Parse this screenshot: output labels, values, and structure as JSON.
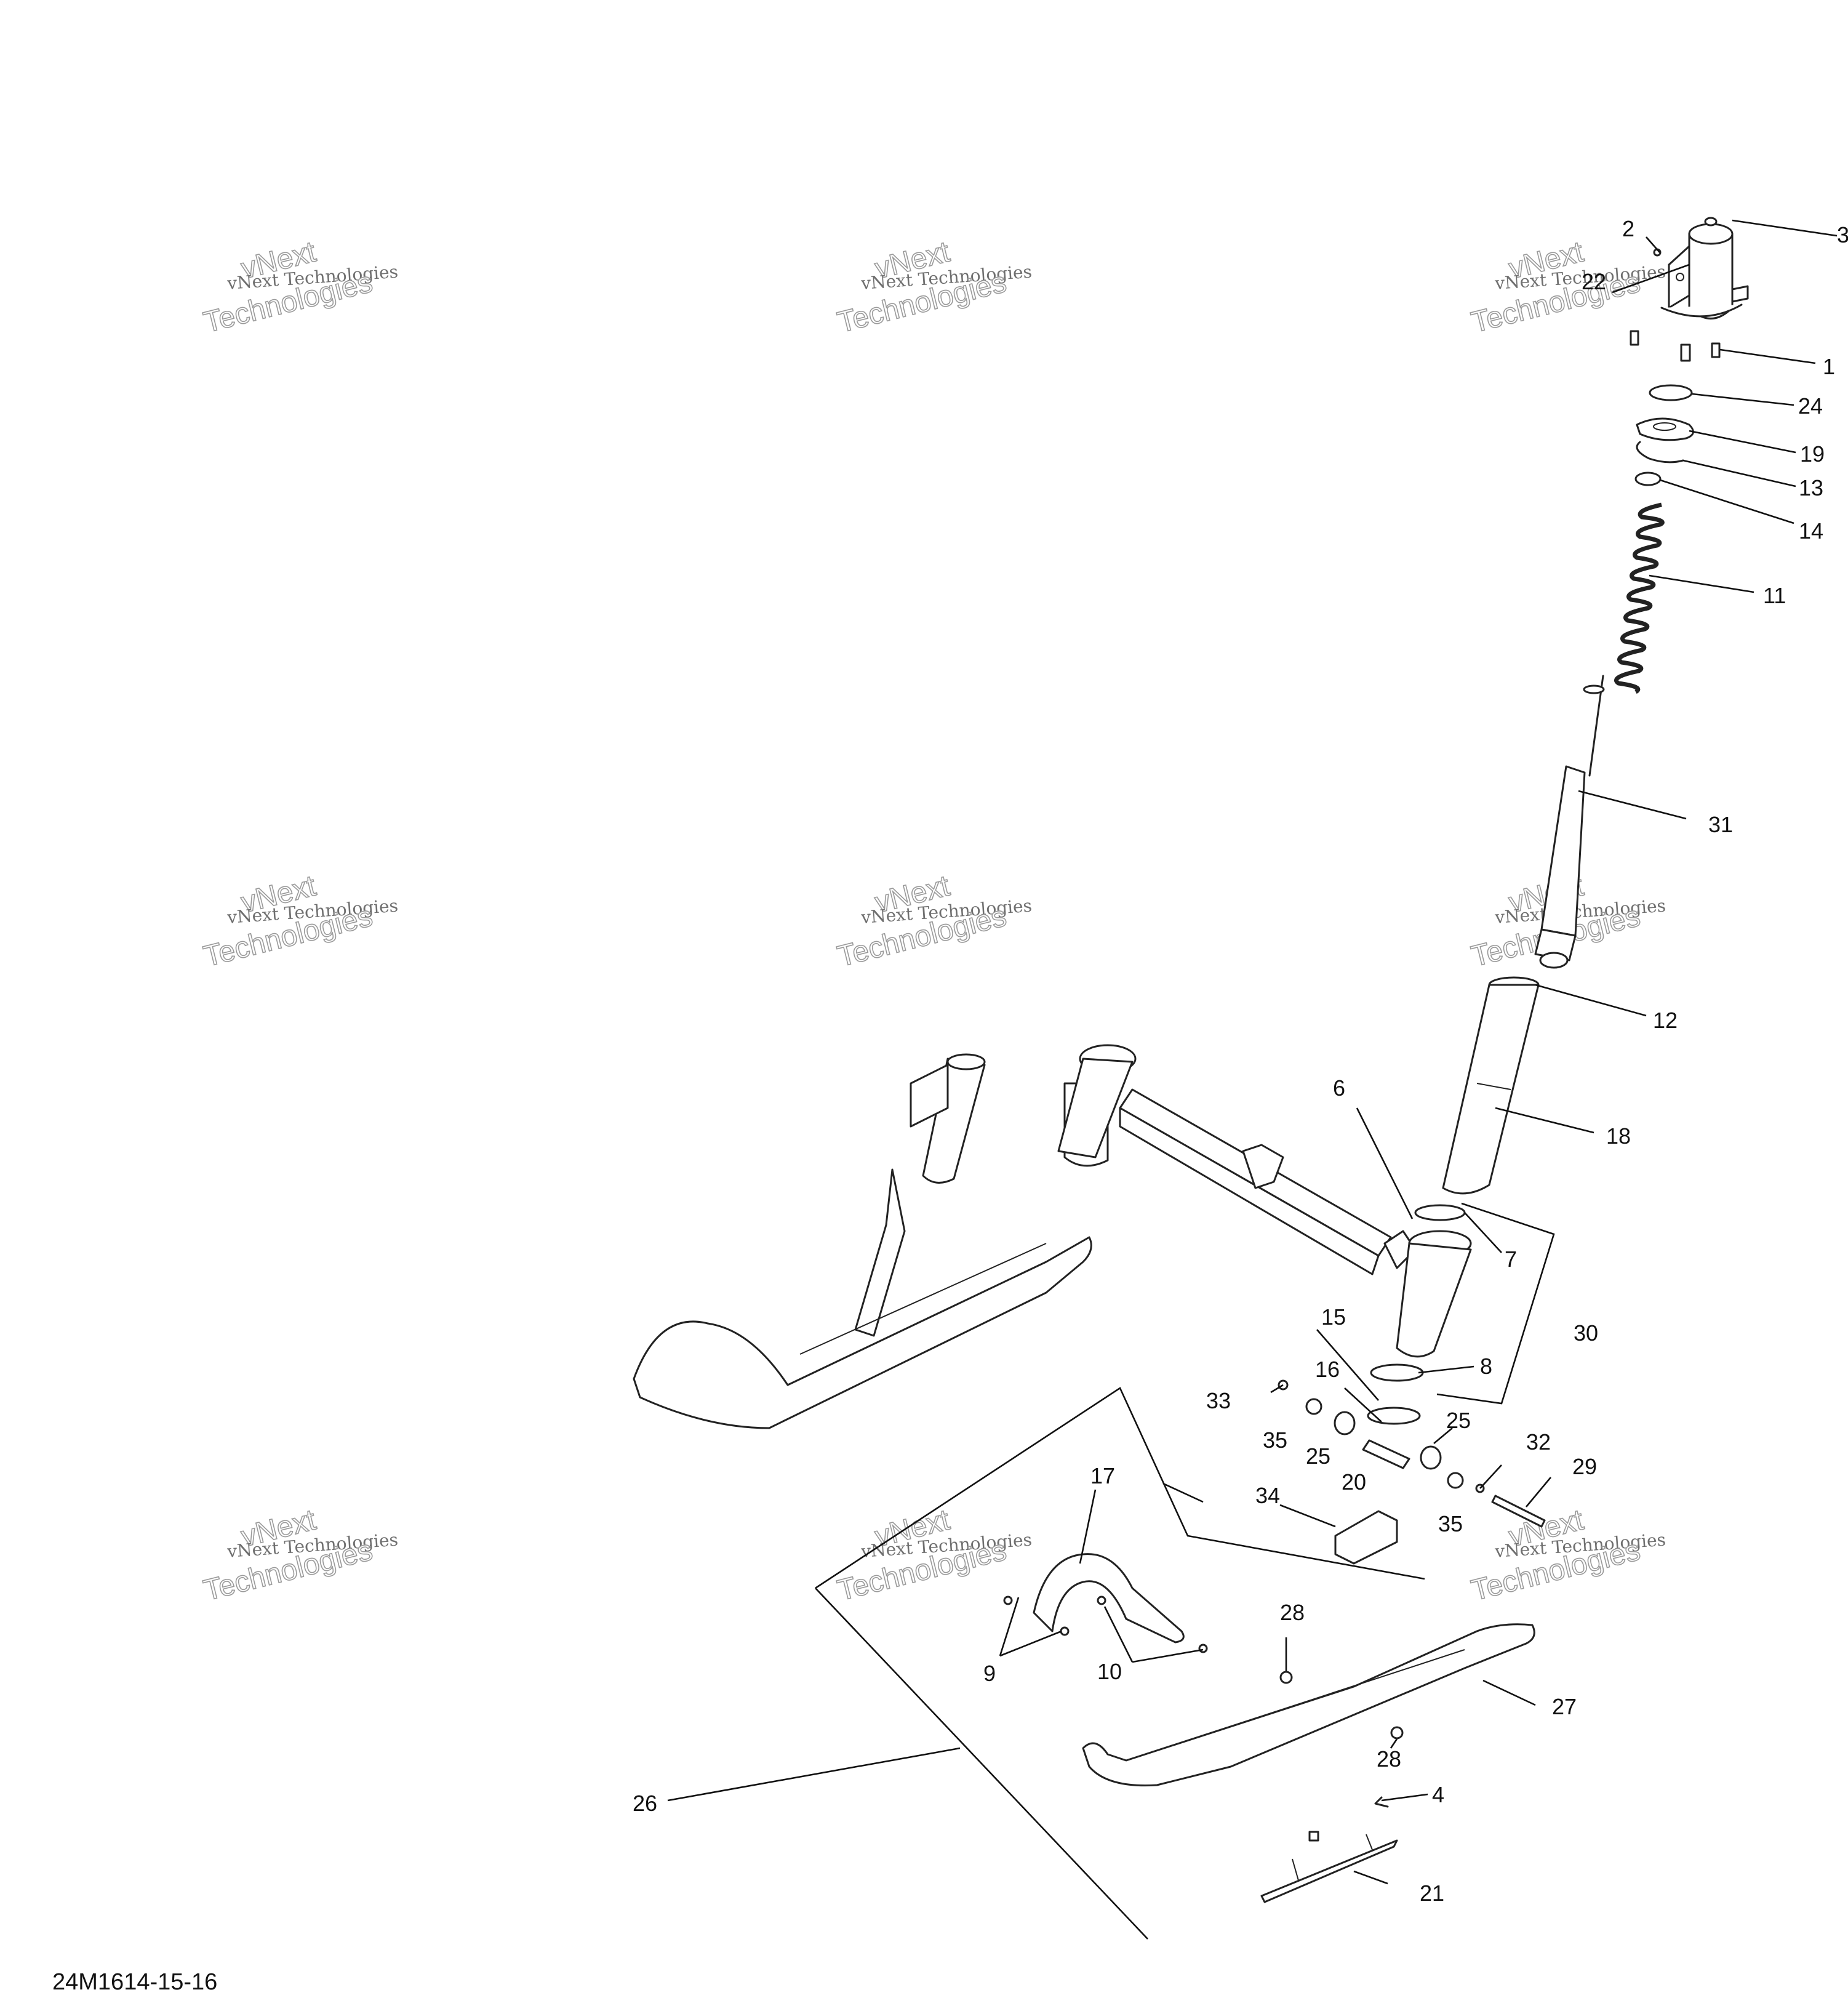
{
  "drawing_number": "24M1614-15-16",
  "watermark": {
    "line1": "vNext",
    "line2": "vNext Technologies",
    "line3": "Technologies"
  },
  "callouts": [
    "1",
    "2",
    "3",
    "4",
    "6",
    "7",
    "8",
    "9",
    "10",
    "11",
    "12",
    "13",
    "14",
    "15",
    "16",
    "17",
    "18",
    "19",
    "20",
    "21",
    "22",
    "24",
    "25",
    "26",
    "27",
    "28",
    "29",
    "30",
    "31",
    "32",
    "33",
    "34",
    "35"
  ]
}
